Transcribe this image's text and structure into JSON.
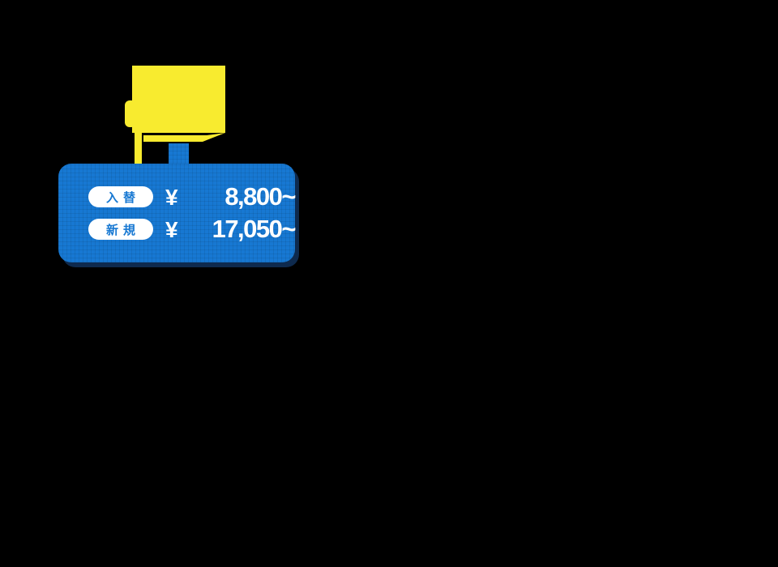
{
  "page": {
    "background_color": "#000000"
  },
  "icon": {
    "name": "air-conditioner",
    "color": "#F8EB2F"
  },
  "callout": {
    "background_color": "#1778D2",
    "shadow_color": "#0E2A4E",
    "pill_background_color": "#FFFFFF",
    "pill_text_color": "#1778D2",
    "price_text_color": "#FFFFFF",
    "rows": [
      {
        "label": "入替",
        "currency_symbol": "¥",
        "amount": "8,800~"
      },
      {
        "label": "新規",
        "currency_symbol": "¥",
        "amount": "17,050~"
      }
    ]
  }
}
